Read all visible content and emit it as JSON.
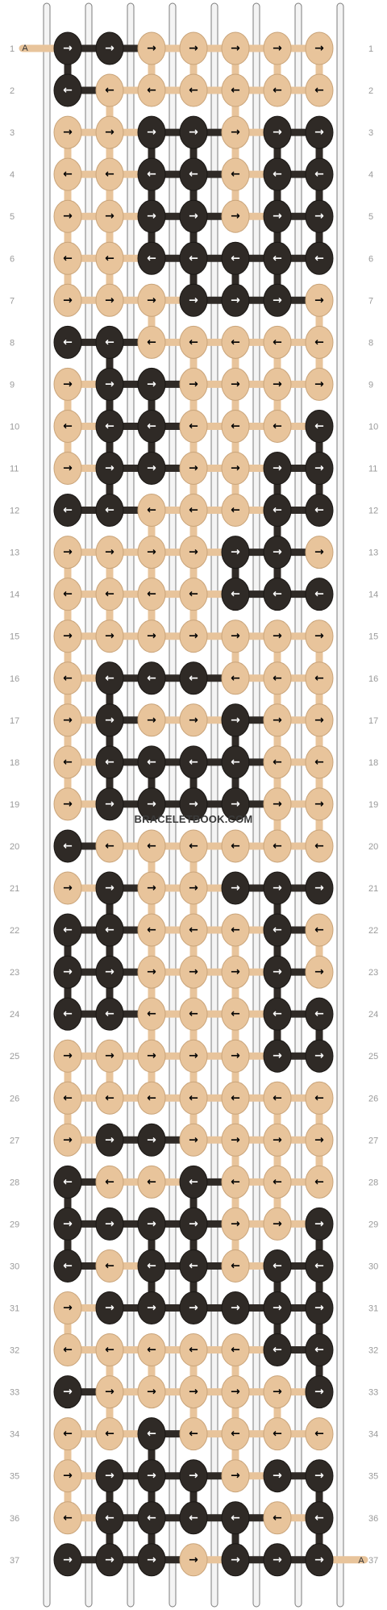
{
  "watermark": "BRACELETBOOK.COM",
  "strand_label": "A",
  "colors": {
    "tan": "#e8c49b",
    "dark": "#2f2a26",
    "string": "#f4f4f4",
    "string_edge": "#7d7d7d",
    "arrow_on_tan": "#000000",
    "arrow_on_dark": "#ffffff"
  },
  "row_numbers": [
    "1",
    "2",
    "3",
    "4",
    "5",
    "6",
    "7",
    "8",
    "9",
    "10",
    "11",
    "12",
    "13",
    "14",
    "15",
    "16",
    "17",
    "18",
    "19",
    "20",
    "21",
    "22",
    "23",
    "24",
    "25",
    "26",
    "27",
    "28",
    "29",
    "30",
    "31",
    "32",
    "33",
    "34",
    "35",
    "36",
    "37"
  ],
  "knots": [
    [
      {
        "c": "D",
        "d": "→"
      },
      {
        "c": "D",
        "d": "→"
      },
      {
        "c": "T",
        "d": "→"
      },
      {
        "c": "T",
        "d": "→"
      },
      {
        "c": "T",
        "d": "→"
      },
      {
        "c": "T",
        "d": "→"
      },
      {
        "c": "T",
        "d": "→"
      }
    ],
    [
      {
        "c": "D",
        "d": "←"
      },
      {
        "c": "T",
        "d": "←"
      },
      {
        "c": "T",
        "d": "←"
      },
      {
        "c": "T",
        "d": "←"
      },
      {
        "c": "T",
        "d": "←"
      },
      {
        "c": "T",
        "d": "←"
      },
      {
        "c": "T",
        "d": "←"
      }
    ],
    [
      {
        "c": "T",
        "d": "→"
      },
      {
        "c": "T",
        "d": "→"
      },
      {
        "c": "D",
        "d": "→"
      },
      {
        "c": "D",
        "d": "→"
      },
      {
        "c": "T",
        "d": "→"
      },
      {
        "c": "D",
        "d": "→"
      },
      {
        "c": "D",
        "d": "→"
      }
    ],
    [
      {
        "c": "T",
        "d": "←"
      },
      {
        "c": "T",
        "d": "←"
      },
      {
        "c": "D",
        "d": "←"
      },
      {
        "c": "D",
        "d": "←"
      },
      {
        "c": "T",
        "d": "←"
      },
      {
        "c": "D",
        "d": "←"
      },
      {
        "c": "D",
        "d": "←"
      }
    ],
    [
      {
        "c": "T",
        "d": "→"
      },
      {
        "c": "T",
        "d": "→"
      },
      {
        "c": "D",
        "d": "→"
      },
      {
        "c": "D",
        "d": "→"
      },
      {
        "c": "T",
        "d": "→"
      },
      {
        "c": "D",
        "d": "→"
      },
      {
        "c": "D",
        "d": "→"
      }
    ],
    [
      {
        "c": "T",
        "d": "←"
      },
      {
        "c": "T",
        "d": "←"
      },
      {
        "c": "D",
        "d": "←"
      },
      {
        "c": "D",
        "d": "←"
      },
      {
        "c": "D",
        "d": "←"
      },
      {
        "c": "D",
        "d": "←"
      },
      {
        "c": "D",
        "d": "←"
      }
    ],
    [
      {
        "c": "T",
        "d": "→"
      },
      {
        "c": "T",
        "d": "→"
      },
      {
        "c": "T",
        "d": "→"
      },
      {
        "c": "D",
        "d": "→"
      },
      {
        "c": "D",
        "d": "→"
      },
      {
        "c": "D",
        "d": "→"
      },
      {
        "c": "T",
        "d": "→"
      }
    ],
    [
      {
        "c": "D",
        "d": "←"
      },
      {
        "c": "D",
        "d": "←"
      },
      {
        "c": "T",
        "d": "←"
      },
      {
        "c": "T",
        "d": "←"
      },
      {
        "c": "T",
        "d": "←"
      },
      {
        "c": "T",
        "d": "←"
      },
      {
        "c": "T",
        "d": "←"
      }
    ],
    [
      {
        "c": "T",
        "d": "→"
      },
      {
        "c": "D",
        "d": "→"
      },
      {
        "c": "D",
        "d": "→"
      },
      {
        "c": "T",
        "d": "→"
      },
      {
        "c": "T",
        "d": "→"
      },
      {
        "c": "T",
        "d": "→"
      },
      {
        "c": "T",
        "d": "→"
      }
    ],
    [
      {
        "c": "T",
        "d": "←"
      },
      {
        "c": "D",
        "d": "←"
      },
      {
        "c": "D",
        "d": "←"
      },
      {
        "c": "T",
        "d": "←"
      },
      {
        "c": "T",
        "d": "←"
      },
      {
        "c": "T",
        "d": "←"
      },
      {
        "c": "D",
        "d": "←"
      }
    ],
    [
      {
        "c": "T",
        "d": "→"
      },
      {
        "c": "D",
        "d": "→"
      },
      {
        "c": "D",
        "d": "→"
      },
      {
        "c": "T",
        "d": "→"
      },
      {
        "c": "T",
        "d": "→"
      },
      {
        "c": "D",
        "d": "→"
      },
      {
        "c": "D",
        "d": "→"
      }
    ],
    [
      {
        "c": "D",
        "d": "←"
      },
      {
        "c": "D",
        "d": "←"
      },
      {
        "c": "T",
        "d": "←"
      },
      {
        "c": "T",
        "d": "←"
      },
      {
        "c": "T",
        "d": "←"
      },
      {
        "c": "D",
        "d": "←"
      },
      {
        "c": "D",
        "d": "←"
      }
    ],
    [
      {
        "c": "T",
        "d": "→"
      },
      {
        "c": "T",
        "d": "→"
      },
      {
        "c": "T",
        "d": "→"
      },
      {
        "c": "T",
        "d": "→"
      },
      {
        "c": "D",
        "d": "→"
      },
      {
        "c": "D",
        "d": "→"
      },
      {
        "c": "T",
        "d": "→"
      }
    ],
    [
      {
        "c": "T",
        "d": "←"
      },
      {
        "c": "T",
        "d": "←"
      },
      {
        "c": "T",
        "d": "←"
      },
      {
        "c": "T",
        "d": "←"
      },
      {
        "c": "D",
        "d": "←"
      },
      {
        "c": "D",
        "d": "←"
      },
      {
        "c": "D",
        "d": "←"
      }
    ],
    [
      {
        "c": "T",
        "d": "→"
      },
      {
        "c": "T",
        "d": "→"
      },
      {
        "c": "T",
        "d": "→"
      },
      {
        "c": "T",
        "d": "→"
      },
      {
        "c": "T",
        "d": "→"
      },
      {
        "c": "T",
        "d": "→"
      },
      {
        "c": "T",
        "d": "→"
      }
    ],
    [
      {
        "c": "T",
        "d": "←"
      },
      {
        "c": "D",
        "d": "←"
      },
      {
        "c": "D",
        "d": "←"
      },
      {
        "c": "D",
        "d": "←"
      },
      {
        "c": "T",
        "d": "←"
      },
      {
        "c": "T",
        "d": "←"
      },
      {
        "c": "T",
        "d": "←"
      }
    ],
    [
      {
        "c": "T",
        "d": "→"
      },
      {
        "c": "D",
        "d": "→"
      },
      {
        "c": "T",
        "d": "→"
      },
      {
        "c": "T",
        "d": "→"
      },
      {
        "c": "D",
        "d": "→"
      },
      {
        "c": "T",
        "d": "→"
      },
      {
        "c": "T",
        "d": "→"
      }
    ],
    [
      {
        "c": "T",
        "d": "←"
      },
      {
        "c": "D",
        "d": "←"
      },
      {
        "c": "D",
        "d": "←"
      },
      {
        "c": "D",
        "d": "←"
      },
      {
        "c": "D",
        "d": "←"
      },
      {
        "c": "T",
        "d": "←"
      },
      {
        "c": "T",
        "d": "←"
      }
    ],
    [
      {
        "c": "T",
        "d": "→"
      },
      {
        "c": "D",
        "d": "→"
      },
      {
        "c": "D",
        "d": "→"
      },
      {
        "c": "D",
        "d": "→"
      },
      {
        "c": "D",
        "d": "→"
      },
      {
        "c": "T",
        "d": "→"
      },
      {
        "c": "T",
        "d": "→"
      }
    ],
    [
      {
        "c": "D",
        "d": "←"
      },
      {
        "c": "T",
        "d": "←"
      },
      {
        "c": "T",
        "d": "←"
      },
      {
        "c": "T",
        "d": "←"
      },
      {
        "c": "T",
        "d": "←"
      },
      {
        "c": "T",
        "d": "←"
      },
      {
        "c": "T",
        "d": "←"
      }
    ],
    [
      {
        "c": "T",
        "d": "→"
      },
      {
        "c": "D",
        "d": "→"
      },
      {
        "c": "T",
        "d": "→"
      },
      {
        "c": "T",
        "d": "→"
      },
      {
        "c": "D",
        "d": "→"
      },
      {
        "c": "D",
        "d": "→"
      },
      {
        "c": "D",
        "d": "→"
      }
    ],
    [
      {
        "c": "D",
        "d": "←"
      },
      {
        "c": "D",
        "d": "←"
      },
      {
        "c": "T",
        "d": "←"
      },
      {
        "c": "T",
        "d": "←"
      },
      {
        "c": "T",
        "d": "←"
      },
      {
        "c": "D",
        "d": "←"
      },
      {
        "c": "T",
        "d": "←"
      }
    ],
    [
      {
        "c": "D",
        "d": "→"
      },
      {
        "c": "D",
        "d": "→"
      },
      {
        "c": "T",
        "d": "→"
      },
      {
        "c": "T",
        "d": "→"
      },
      {
        "c": "T",
        "d": "→"
      },
      {
        "c": "D",
        "d": "→"
      },
      {
        "c": "T",
        "d": "→"
      }
    ],
    [
      {
        "c": "D",
        "d": "←"
      },
      {
        "c": "D",
        "d": "←"
      },
      {
        "c": "T",
        "d": "←"
      },
      {
        "c": "T",
        "d": "←"
      },
      {
        "c": "T",
        "d": "←"
      },
      {
        "c": "D",
        "d": "←"
      },
      {
        "c": "D",
        "d": "←"
      }
    ],
    [
      {
        "c": "T",
        "d": "→"
      },
      {
        "c": "T",
        "d": "→"
      },
      {
        "c": "T",
        "d": "→"
      },
      {
        "c": "T",
        "d": "→"
      },
      {
        "c": "T",
        "d": "→"
      },
      {
        "c": "D",
        "d": "→"
      },
      {
        "c": "D",
        "d": "→"
      }
    ],
    [
      {
        "c": "T",
        "d": "←"
      },
      {
        "c": "T",
        "d": "←"
      },
      {
        "c": "T",
        "d": "←"
      },
      {
        "c": "T",
        "d": "←"
      },
      {
        "c": "T",
        "d": "←"
      },
      {
        "c": "T",
        "d": "←"
      },
      {
        "c": "T",
        "d": "←"
      }
    ],
    [
      {
        "c": "T",
        "d": "→"
      },
      {
        "c": "D",
        "d": "→"
      },
      {
        "c": "D",
        "d": "→"
      },
      {
        "c": "T",
        "d": "→"
      },
      {
        "c": "T",
        "d": "→"
      },
      {
        "c": "T",
        "d": "→"
      },
      {
        "c": "T",
        "d": "→"
      }
    ],
    [
      {
        "c": "D",
        "d": "←"
      },
      {
        "c": "T",
        "d": "←"
      },
      {
        "c": "T",
        "d": "←"
      },
      {
        "c": "D",
        "d": "←"
      },
      {
        "c": "T",
        "d": "←"
      },
      {
        "c": "T",
        "d": "←"
      },
      {
        "c": "T",
        "d": "←"
      }
    ],
    [
      {
        "c": "D",
        "d": "→"
      },
      {
        "c": "D",
        "d": "→"
      },
      {
        "c": "D",
        "d": "→"
      },
      {
        "c": "D",
        "d": "→"
      },
      {
        "c": "T",
        "d": "→"
      },
      {
        "c": "T",
        "d": "→"
      },
      {
        "c": "D",
        "d": "→"
      }
    ],
    [
      {
        "c": "D",
        "d": "←"
      },
      {
        "c": "T",
        "d": "←"
      },
      {
        "c": "D",
        "d": "←"
      },
      {
        "c": "D",
        "d": "←"
      },
      {
        "c": "T",
        "d": "←"
      },
      {
        "c": "D",
        "d": "←"
      },
      {
        "c": "D",
        "d": "←"
      }
    ],
    [
      {
        "c": "T",
        "d": "→"
      },
      {
        "c": "D",
        "d": "→"
      },
      {
        "c": "D",
        "d": "→"
      },
      {
        "c": "D",
        "d": "→"
      },
      {
        "c": "D",
        "d": "→"
      },
      {
        "c": "D",
        "d": "→"
      },
      {
        "c": "D",
        "d": "→"
      }
    ],
    [
      {
        "c": "T",
        "d": "←"
      },
      {
        "c": "T",
        "d": "←"
      },
      {
        "c": "T",
        "d": "←"
      },
      {
        "c": "T",
        "d": "←"
      },
      {
        "c": "T",
        "d": "←"
      },
      {
        "c": "D",
        "d": "←"
      },
      {
        "c": "D",
        "d": "←"
      }
    ],
    [
      {
        "c": "D",
        "d": "→"
      },
      {
        "c": "T",
        "d": "→"
      },
      {
        "c": "T",
        "d": "→"
      },
      {
        "c": "T",
        "d": "→"
      },
      {
        "c": "T",
        "d": "→"
      },
      {
        "c": "T",
        "d": "→"
      },
      {
        "c": "D",
        "d": "→"
      }
    ],
    [
      {
        "c": "T",
        "d": "←"
      },
      {
        "c": "T",
        "d": "←"
      },
      {
        "c": "D",
        "d": "←"
      },
      {
        "c": "T",
        "d": "←"
      },
      {
        "c": "T",
        "d": "←"
      },
      {
        "c": "T",
        "d": "←"
      },
      {
        "c": "T",
        "d": "←"
      }
    ],
    [
      {
        "c": "T",
        "d": "→"
      },
      {
        "c": "D",
        "d": "→"
      },
      {
        "c": "D",
        "d": "→"
      },
      {
        "c": "D",
        "d": "→"
      },
      {
        "c": "T",
        "d": "→"
      },
      {
        "c": "D",
        "d": "→"
      },
      {
        "c": "D",
        "d": "→"
      }
    ],
    [
      {
        "c": "T",
        "d": "←"
      },
      {
        "c": "D",
        "d": "←"
      },
      {
        "c": "D",
        "d": "←"
      },
      {
        "c": "D",
        "d": "←"
      },
      {
        "c": "D",
        "d": "←"
      },
      {
        "c": "T",
        "d": "←"
      },
      {
        "c": "D",
        "d": "←"
      }
    ],
    [
      {
        "c": "D",
        "d": "→"
      },
      {
        "c": "D",
        "d": "→"
      },
      {
        "c": "D",
        "d": "→"
      },
      {
        "c": "T",
        "d": "→"
      },
      {
        "c": "D",
        "d": "→"
      },
      {
        "c": "D",
        "d": "→"
      },
      {
        "c": "D",
        "d": "→"
      }
    ]
  ]
}
